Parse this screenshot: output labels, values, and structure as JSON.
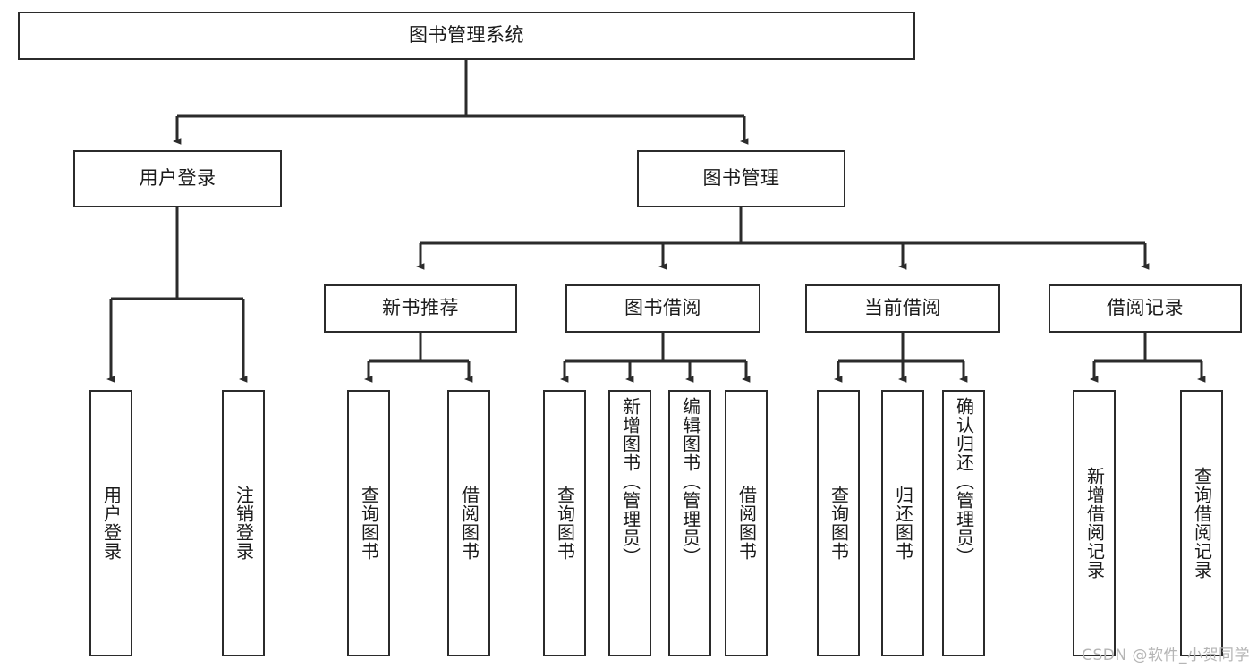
{
  "diagram": {
    "title": "图书管理系统",
    "type": "tree",
    "root": {
      "label": "图书管理系统"
    },
    "level2": [
      {
        "label": "用户登录"
      },
      {
        "label": "图书管理"
      }
    ],
    "level3": [
      {
        "label": "新书推荐"
      },
      {
        "label": "图书借阅"
      },
      {
        "label": "当前借阅"
      },
      {
        "label": "借阅记录"
      }
    ],
    "leaves": {
      "user_login": [
        {
          "label": "用户登录"
        },
        {
          "label": "注销登录"
        }
      ],
      "new_book_recommend": [
        {
          "label": "查询图书"
        },
        {
          "label": "借阅图书"
        }
      ],
      "book_borrow": [
        {
          "label": "查询图书"
        },
        {
          "label": "新增图书（管理员）"
        },
        {
          "label": "编辑图书（管理员）"
        },
        {
          "label": "借阅图书"
        }
      ],
      "current_borrow": [
        {
          "label": "查询图书"
        },
        {
          "label": "归还图书"
        },
        {
          "label": "确认归还（管理员）"
        }
      ],
      "borrow_record": [
        {
          "label": "新增借阅记录"
        },
        {
          "label": "查询借阅记录"
        }
      ]
    }
  },
  "watermark": {
    "text": "CSDN @软件_小贺同学"
  },
  "colors": {
    "stroke": "#2b2b2b",
    "background": "#ffffff",
    "text": "#1a1a1a",
    "watermark": "#b5b5b5"
  }
}
